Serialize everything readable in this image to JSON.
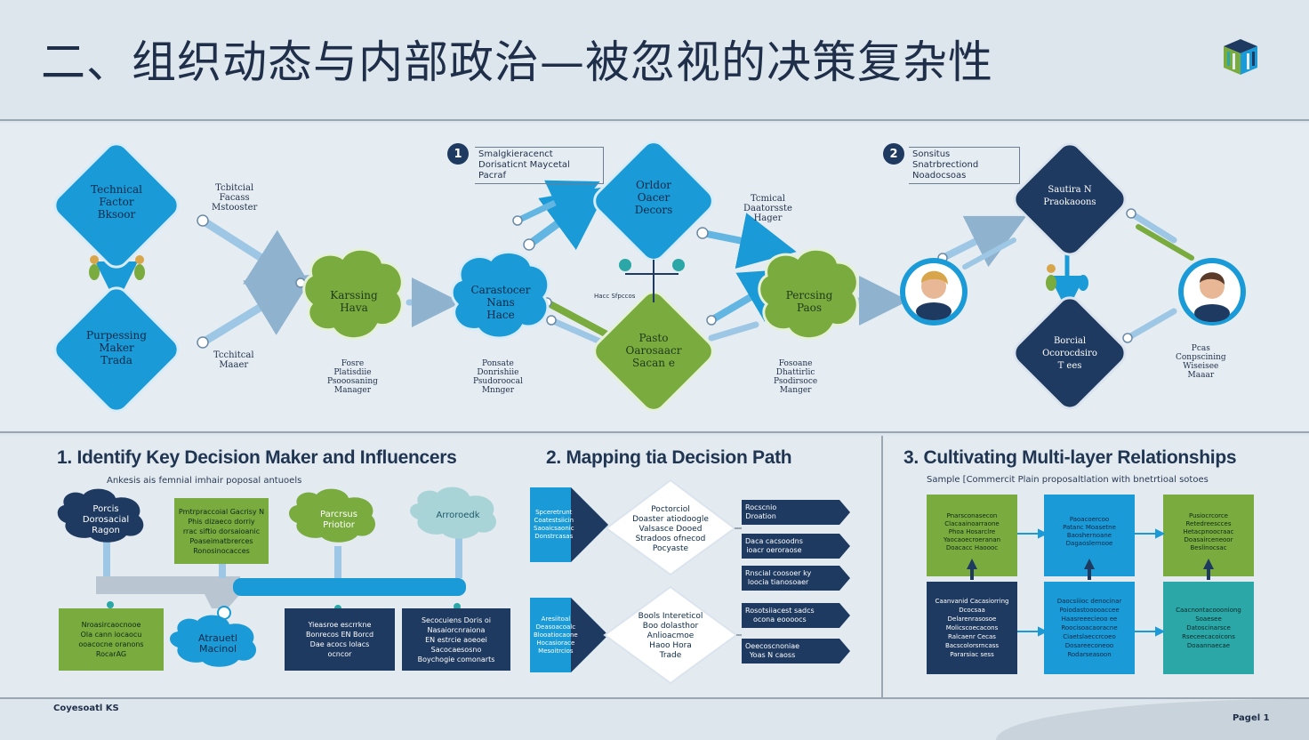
{
  "header": {
    "title": "二、组织动态与内部政治—被忽视的决策复杂性"
  },
  "top_diagram": {
    "nodes": [
      {
        "id": "n1",
        "text": "Technical\nFactor\nBksoor"
      },
      {
        "id": "n2",
        "text": "Purpessing\nMaker\nTrada"
      },
      {
        "id": "n3",
        "text": "Karssing\nHava"
      },
      {
        "id": "n4",
        "text": "Carastocer\nNans\nHace"
      },
      {
        "id": "n5",
        "text": "Orldor\nOacer\nDecors"
      },
      {
        "id": "n6",
        "text": "Pasto\nOarosaacr\nSacan e"
      },
      {
        "id": "n7",
        "text": "Percsing\nPaos"
      },
      {
        "id": "n8",
        "text": "Sautira N\nPraokaoons"
      },
      {
        "id": "n9",
        "text": "Borcial\nOcorocdsiro\nT ees"
      }
    ],
    "labels": [
      {
        "id": "l1",
        "text": "Tcbitcial\nFacass\nMstooster"
      },
      {
        "id": "l2",
        "text": "Tcchitcal\nMaaer"
      },
      {
        "id": "l3",
        "text": "Fosre\nPlatisdiie\nPsooosaning\nManager"
      },
      {
        "id": "l4",
        "text": "Ponsate\nDonrishiie\nPsudoroocal\nMnnger"
      },
      {
        "id": "l5",
        "text": "Tcmical\nDaatorsste\nHager"
      },
      {
        "id": "l6",
        "text": "Fosoane\nDhattirlic\nPsodirsoce\nManger"
      },
      {
        "id": "l7",
        "text": "Pcas\nConpscining\nWiseisee\nMaaar"
      }
    ],
    "callouts": [
      {
        "num": "1",
        "text": "Smalgkieracenct\nDorisaticnt Maycetal\nPacraf"
      },
      {
        "num": "2",
        "text": "Sonsitus\nSnatrbrectiond\nNoadocsoas"
      }
    ],
    "small_tag": "Hacc Sfpccos"
  },
  "section1": {
    "title": "1. Identify Key Decision Maker and Influencers",
    "subtitle": "Ankesis ais femnial imhair poposal antuoels",
    "clouds": [
      {
        "text": "Porcis\nDorosacial\nRagon"
      },
      {
        "text": "Parcrsus\nPriotior"
      },
      {
        "text": "Arroroedk"
      },
      {
        "text": "Atrauetl\nMacinol"
      }
    ],
    "boxes": [
      {
        "text": "Pmtrpraccoial Gacrisy N\nPhis dizaeco dorriy\nrrac siftio dorsaioanic\nPoaseimatbrerces\nRonosinocacces"
      },
      {
        "text": "Nroasircaocnooe\nOla cann iocaocu\nooacocne oranons\nRocarAG"
      },
      {
        "text": "Yieasroe escrrkne\nBonrecos EN Borcd\nDae acocs lolacs\nocncor"
      },
      {
        "text": "Secocuiens Doris oi\nNasaiorcnraiona\nEN estrcie aoeoei\nSacocaesosno\nBoychogie comonarts"
      }
    ]
  },
  "section2": {
    "title": "2.  Mapping tia Decision Path",
    "diamonds": [
      {
        "text": "Poctorciol\nDoaster atiodoogle\nValsasce Dooed\nStradoos ofnecod\nPocyaste"
      },
      {
        "text": "Bools Intereticol\nBoo dolasthor\nAnlioacmoe\nHaoo Hora\nTrade"
      }
    ],
    "left_tags": [
      {
        "text": "Spceretrunt\nCoatestsiicin\nSaoaicsaonic\nDonstrcasas"
      },
      {
        "text": "Aresiitoal\nDeasoacoalc\nBlooatiocaone\nHocasiorace\nMesoitrcios"
      }
    ],
    "arrows": [
      {
        "text": "Rocscnio\nDroation"
      },
      {
        "text": "Daca cacsoodns\nioacr oeroraose"
      },
      {
        "text": "Rnscial coosoer ky\nloocia tianosoaer"
      },
      {
        "text": "Rosotsiiacest sadcs\nocona eoooocs"
      },
      {
        "text": "Oeecoscnoniae\nYoas N caoss"
      }
    ]
  },
  "section3": {
    "title": "3.  Cultivating Multi-layer Relationships",
    "subtitle": "Sample [Commercit Plain proposaltlation with bnetrtioal sotoes",
    "grid": [
      {
        "text": "Pnarsconasecon\nClacaainoarraone\nPhoa Hosarclre\nYaocaoecroeranan\nDoacacc Haoooc"
      },
      {
        "text": "Paoacoercoo\nPatanc Moasetne\nBaoshernoane\nDagaoslernooe"
      },
      {
        "text": "Pusiocrcorce\nRetedreescces\nHetacpnoocraac\nDoasairceneoor\nBeslinocsac"
      },
      {
        "text": "Caanvanid Cacasiorring\nDcocsaa\nDelarenrasosoe\nMolicscoecacons\nRalcaenr Cecas\nBacscolorsrncass\nPararsiac sess"
      },
      {
        "text": "Daocsiiioc denocinar\nPoiodastooooaccee\nHaasreeecieoo ee\nRoocisoacaoracne\nCiaetslaeccrcoeo\nDosareeconeoo\nRodarseasoon"
      },
      {
        "text": "Caacnontacoooniong\nSoaesee\nDatoscinarsce\nRseceecacoicons\nDoaannaecae"
      }
    ]
  },
  "footer": {
    "left": "Coyesoatl KS",
    "right": "Pagel 1"
  },
  "colors": {
    "navy": "#1f3a60",
    "blue": "#1a9ad6",
    "green": "#7aab3e",
    "teal": "#2aa7a6"
  }
}
